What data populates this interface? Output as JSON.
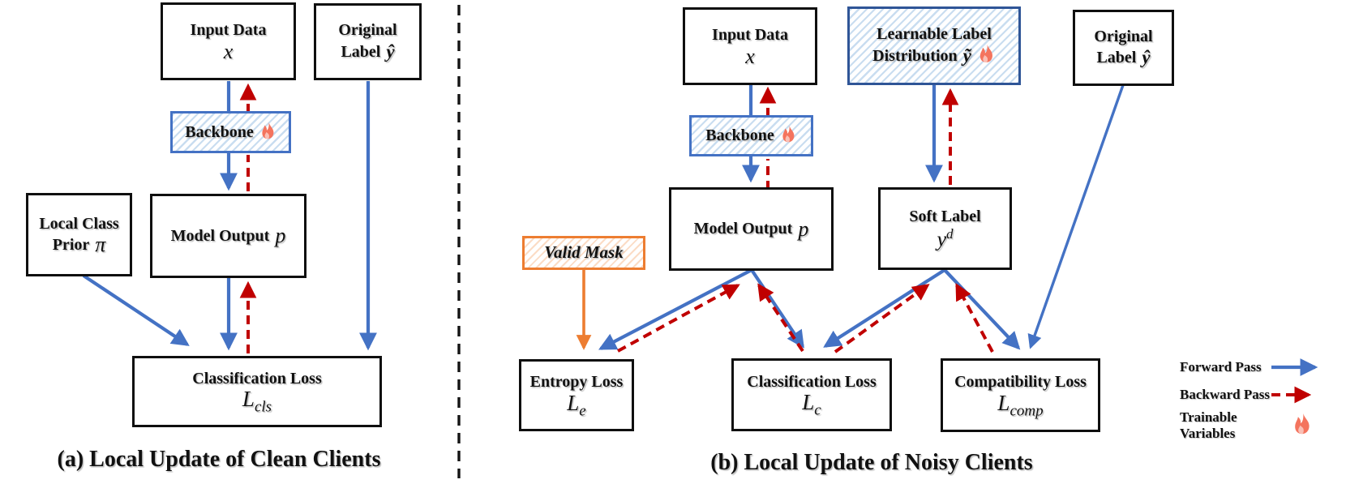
{
  "colors": {
    "forward_pass": "#4472C4",
    "backward_pass": "#C00000",
    "valid_mask_accent": "#ED7D31",
    "trainable_box_border": "#2F5597",
    "flame": "#F4745E",
    "box_border": "#0f0f0f"
  },
  "panel_a": {
    "caption": "(a) Local Update of Clean Clients",
    "input_data": {
      "title": "Input Data",
      "symbol": "x"
    },
    "original_label": {
      "line1": "Original",
      "line2": "Label",
      "symbol": "ŷ"
    },
    "backbone": {
      "title": "Backbone"
    },
    "local_class_prior": {
      "line1": "Local Class",
      "line2": "Prior",
      "symbol": "π"
    },
    "model_output": {
      "title": "Model Output",
      "symbol": "p"
    },
    "classification_loss": {
      "title": "Classification Loss",
      "loss_base": "L",
      "loss_sub": "cls"
    }
  },
  "panel_b": {
    "caption": "(b) Local Update of Noisy Clients",
    "input_data": {
      "title": "Input Data",
      "symbol": "x"
    },
    "learnable_label": {
      "line1": "Learnable Label",
      "line2": "Distribution",
      "symbol": "ỹ"
    },
    "original_label": {
      "line1": "Original",
      "line2": "Label",
      "symbol": "ŷ"
    },
    "backbone": {
      "title": "Backbone"
    },
    "valid_mask": {
      "title": "Valid Mask"
    },
    "model_output": {
      "title": "Model Output",
      "symbol": "p"
    },
    "soft_label": {
      "title": "Soft Label",
      "symbol": "y",
      "sup": "d"
    },
    "entropy_loss": {
      "title": "Entropy Loss",
      "loss_base": "L",
      "loss_sub": "e"
    },
    "classification_loss": {
      "title": "Classification Loss",
      "loss_base": "L",
      "loss_sub": "c"
    },
    "compatibility_loss": {
      "title": "Compatibility Loss",
      "loss_base": "L",
      "loss_sub": "comp"
    }
  },
  "legend": {
    "forward": "Forward Pass",
    "backward": "Backward Pass",
    "trainable": "Trainable Variables"
  }
}
